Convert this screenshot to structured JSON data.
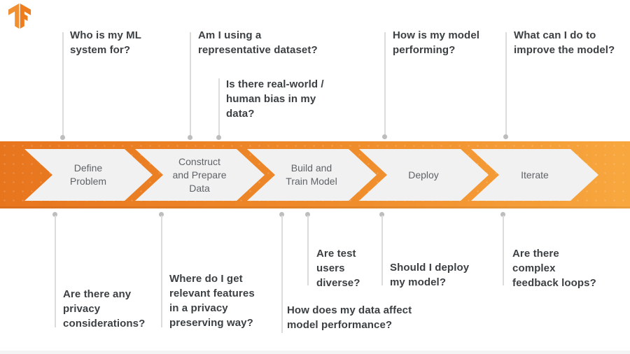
{
  "logo": {
    "name": "tensorflow-logo"
  },
  "stages": [
    {
      "label": "Define\nProblem"
    },
    {
      "label": "Construct\nand Prepare\nData"
    },
    {
      "label": "Build and\nTrain Model"
    },
    {
      "label": "Deploy"
    },
    {
      "label": "Iterate"
    }
  ],
  "questions": {
    "top": [
      {
        "text": "Who is my ML\nsystem for?"
      },
      {
        "text": "Am I using a\nrepresentative dataset?"
      },
      {
        "text": "Is there real-world /\nhuman bias in my\ndata?"
      },
      {
        "text": "How is my model\nperforming?"
      },
      {
        "text": "What can I do to\nimprove the model?"
      }
    ],
    "bottom": [
      {
        "text": "Are there any\nprivacy\nconsiderations?"
      },
      {
        "text": "Where do I get\nrelevant features\nin a privacy\npreserving way?"
      },
      {
        "text": "How does my data affect\nmodel performance?"
      },
      {
        "text": "Are test\nusers\ndiverse?"
      },
      {
        "text": "Should I deploy\nmy model?"
      },
      {
        "text": "Are there\ncomplex\nfeedback loops?"
      }
    ]
  },
  "colors": {
    "band_gradient_start": "#e7751e",
    "band_gradient_end": "#f8a73f",
    "chevron_fill": "#f1f1f1",
    "stage_text": "#5f6368",
    "question_text": "#3c4043",
    "connector_line": "#dcdcdc",
    "connector_dot": "#bdbdbd",
    "logo_orange_dark": "#ed7d1e",
    "logo_orange_light": "#f18f33"
  }
}
